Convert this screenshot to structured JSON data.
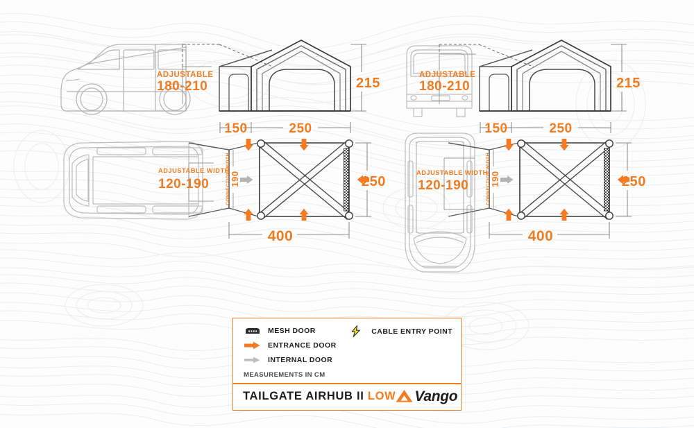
{
  "product": {
    "title_main": "TAILGATE AIRHUB II",
    "title_variant": "LOW",
    "brand": "Vango",
    "brand_icon": "vango-mountain-icon"
  },
  "legend": {
    "note": "MEASUREMENTS IN CM",
    "items": [
      {
        "icon": "mesh-door-icon",
        "label": "MESH DOOR"
      },
      {
        "icon": "entrance-door-arrow-icon",
        "label": "ENTRANCE DOOR"
      },
      {
        "icon": "internal-door-arrow-icon",
        "label": "INTERNAL DOOR"
      },
      {
        "icon": "cable-entry-bolt-icon",
        "label": "CABLE ENTRY POINT"
      }
    ]
  },
  "colors": {
    "accent_orange": "#f07c1f",
    "ink": "#1d1d1b",
    "line_grey": "#9a9a9a",
    "light_grey": "#b9b9b9",
    "bolt_yellow": "#f4e21c",
    "background": "#fdfdfd"
  },
  "diagrams": {
    "side": {
      "name": "side-elevation-diagram",
      "vehicle_label_top": "ADJUSTABLE",
      "vehicle_label_value": "180-210",
      "height_label": "215",
      "width_canopy": "150",
      "width_cube": "250",
      "plan_vehicle_label_top": "ADJUSTABLE WIDTH",
      "plan_vehicle_label_value": "120-190",
      "connection_label": "CONNECTION WIDTH",
      "connection_value": "190",
      "plan_depth": "250",
      "plan_length": "400"
    },
    "rear": {
      "name": "rear-elevation-diagram",
      "vehicle_label_top": "ADJUSTABLE",
      "vehicle_label_value": "180-210",
      "height_label": "215",
      "width_canopy": "150",
      "width_cube": "250",
      "plan_vehicle_label_top": "ADJUSTABLE WIDTH",
      "plan_vehicle_label_value": "120-190",
      "connection_label": "CONNECTION WIDTH",
      "connection_value": "190",
      "plan_depth": "250",
      "plan_length": "400"
    }
  }
}
